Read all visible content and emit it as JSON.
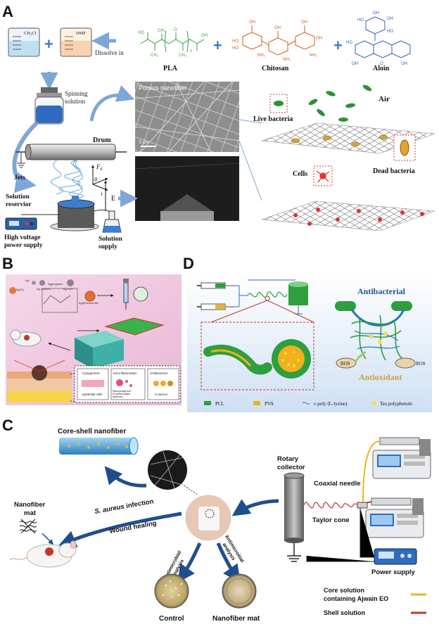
{
  "panels": {
    "A": {
      "letter": "A",
      "beaker1": "CH₃Cl",
      "beaker2": "DMF",
      "dissolve": "Dissolve in",
      "pla": "PLA",
      "chitosan": "Chitosan",
      "aloin": "Aloin",
      "spinning": "Spinning\nsolution",
      "porous": "Porous nanofiber",
      "scale": "5 µm",
      "live_bacteria": "Live bacteria",
      "air": "Air",
      "drum": "Drum",
      "jets": "Jets",
      "fe": "F",
      "fe_sub": "E",
      "theta": "θ",
      "tau": "τ",
      "e": "E",
      "reservoir": "Solution\nreservior",
      "dead_bacteria": "Dead bacteria",
      "cells": "Cells",
      "hv": "High voltage\npower supply",
      "supply": "Solution\nsupply"
    },
    "B": {
      "letter": "B",
      "ag_plus": "Ag⁺",
      "ag_clusters": "Ag clusters",
      "aggregation": "Aggregation",
      "ag_core": "Ag core",
      "agno3": "AgNO₃",
      "product": "Ag@Hesperidin",
      "box1_title": "Cytogenesis",
      "box1_sub": "Epithelial cells",
      "box2_title": "Anti-inflammation",
      "box2_sub": "Macrophage and\nProinflammation\ncytokines",
      "box3_title": "Antibacterial",
      "box3_sub": "S.aureus"
    },
    "C": {
      "letter": "C",
      "core_shell": "Core-shell nanofiber",
      "infection_italic": "S. aureus",
      "infection_rest": " infection",
      "healing": "Wound healing",
      "mat": "Nanofiber\nmat",
      "analysis": "Antimicrobial\nanalysis",
      "control": "Control",
      "nanofiber_mat": "Nanofiber mat",
      "rotary": "Rotary\ncollector",
      "coaxial": "Coaxial needle",
      "taylor": "Taylor cone",
      "power": "Power supply",
      "legend_core": "Core solution\ncontaining Ajwain EO",
      "legend_shell": "Shell solution",
      "colors": {
        "core": "#f3b321",
        "shell": "#c0392b"
      }
    },
    "D": {
      "letter": "D",
      "antibacterial": "Antibacterial",
      "antioxidant": "Antioxidant",
      "ros": "ROS",
      "legend": [
        "PCL",
        "PVA",
        "ε-poly (L-lysine)",
        "Tea polyphenols"
      ],
      "colors": {
        "pcl": "#2e9e3e",
        "pva": "#f2b01e",
        "lysine": "#2a6fc4",
        "tea": "#f6e04a"
      }
    }
  }
}
